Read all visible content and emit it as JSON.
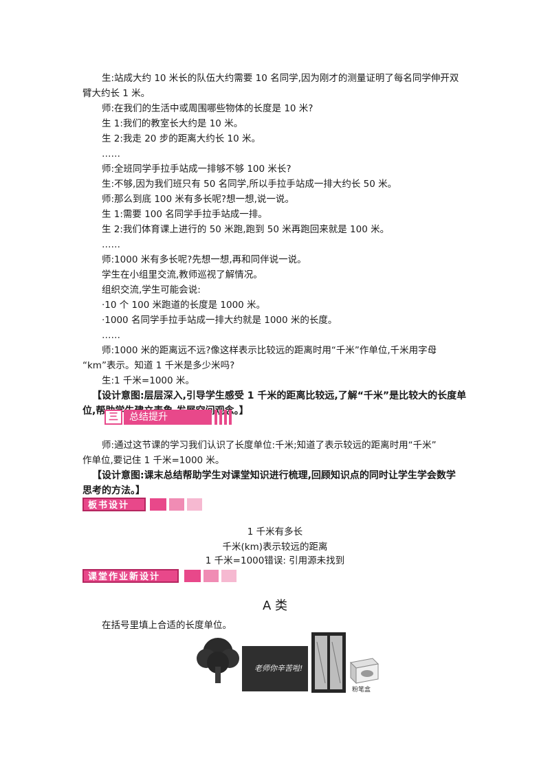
{
  "dialogue": [
    "生:站成大约 10 米长的队伍大约需要 10 名同学,因为刚才的测量证明了每名同学伸开双",
    "臂大约长 1 米。",
    "师:在我们的生活中或周围哪些物体的长度是 10 米?",
    "生 1:我们的教室长大约是 10 米。",
    "生 2:我走 20 步的距离大约长 10 米。",
    "……",
    "师:全班同学手拉手站成一排够不够 100 米长?",
    "生:不够,因为我们班只有 50 名同学,所以手拉手站成一排大约长 50 米。",
    "师:那么到底 100 米有多长呢?想一想,说一说。",
    "生 1:需要 100 名同学手拉手站成一排。",
    "生 2:我们体育课上进行的 50 米跑,跑到 50 米再跑回来就是 100 米。",
    "……",
    "师:1000 米有多长呢?先想一想,再和同伴说一说。",
    "学生在小组里交流,教师巡视了解情况。",
    "组织交流,学生可能会说:",
    "·10 个 100 米跑道的长度是 1000 米。",
    "·1000 名同学手拉手站成一排大约就是 1000 米的长度。",
    "……",
    "师:1000 米的距离远不远?像这样表示比较远的距离时用“千米”作单位,千米用字母",
    "“km”表示。知道 1 千米是多少米吗?",
    "生:1 千米=1000 米。"
  ],
  "intent1": [
    "【设计意图:层层深入,引导学生感受 1 千米的距离比较远,了解“千米”是比较大的长度单",
    "位,帮助学生建立表象,发展空间观念。】"
  ],
  "section3": {
    "num": "三",
    "title": "总结提升"
  },
  "summary": [
    "师:通过这节课的学习我们认识了长度单位:千米;知道了表示较远的距离时用“千米”",
    "作单位,要记住 1 千米=1000 米。"
  ],
  "intent2": [
    "【设计意图:课末总结帮助学生对课堂知识进行梳理,回顾知识点的同时让学生学会数学",
    "思考的方法。】"
  ],
  "board_tag": "板书设计",
  "board": [
    "1 千米有多长",
    "千米(km)表示较远的距离",
    "1 千米=1000错误: 引用源未找到"
  ],
  "homework_tag": "课堂作业新设计",
  "a_title": "A 类",
  "a_instruction": "在括号里填上合适的长度单位。",
  "pictures": {
    "blackboard_text": "老师你辛苦啦!",
    "box_label": "粉笔盒"
  },
  "colors": {
    "accent": "#e8488a",
    "light": "#f08cb4",
    "lighter": "#f6b9d1"
  }
}
